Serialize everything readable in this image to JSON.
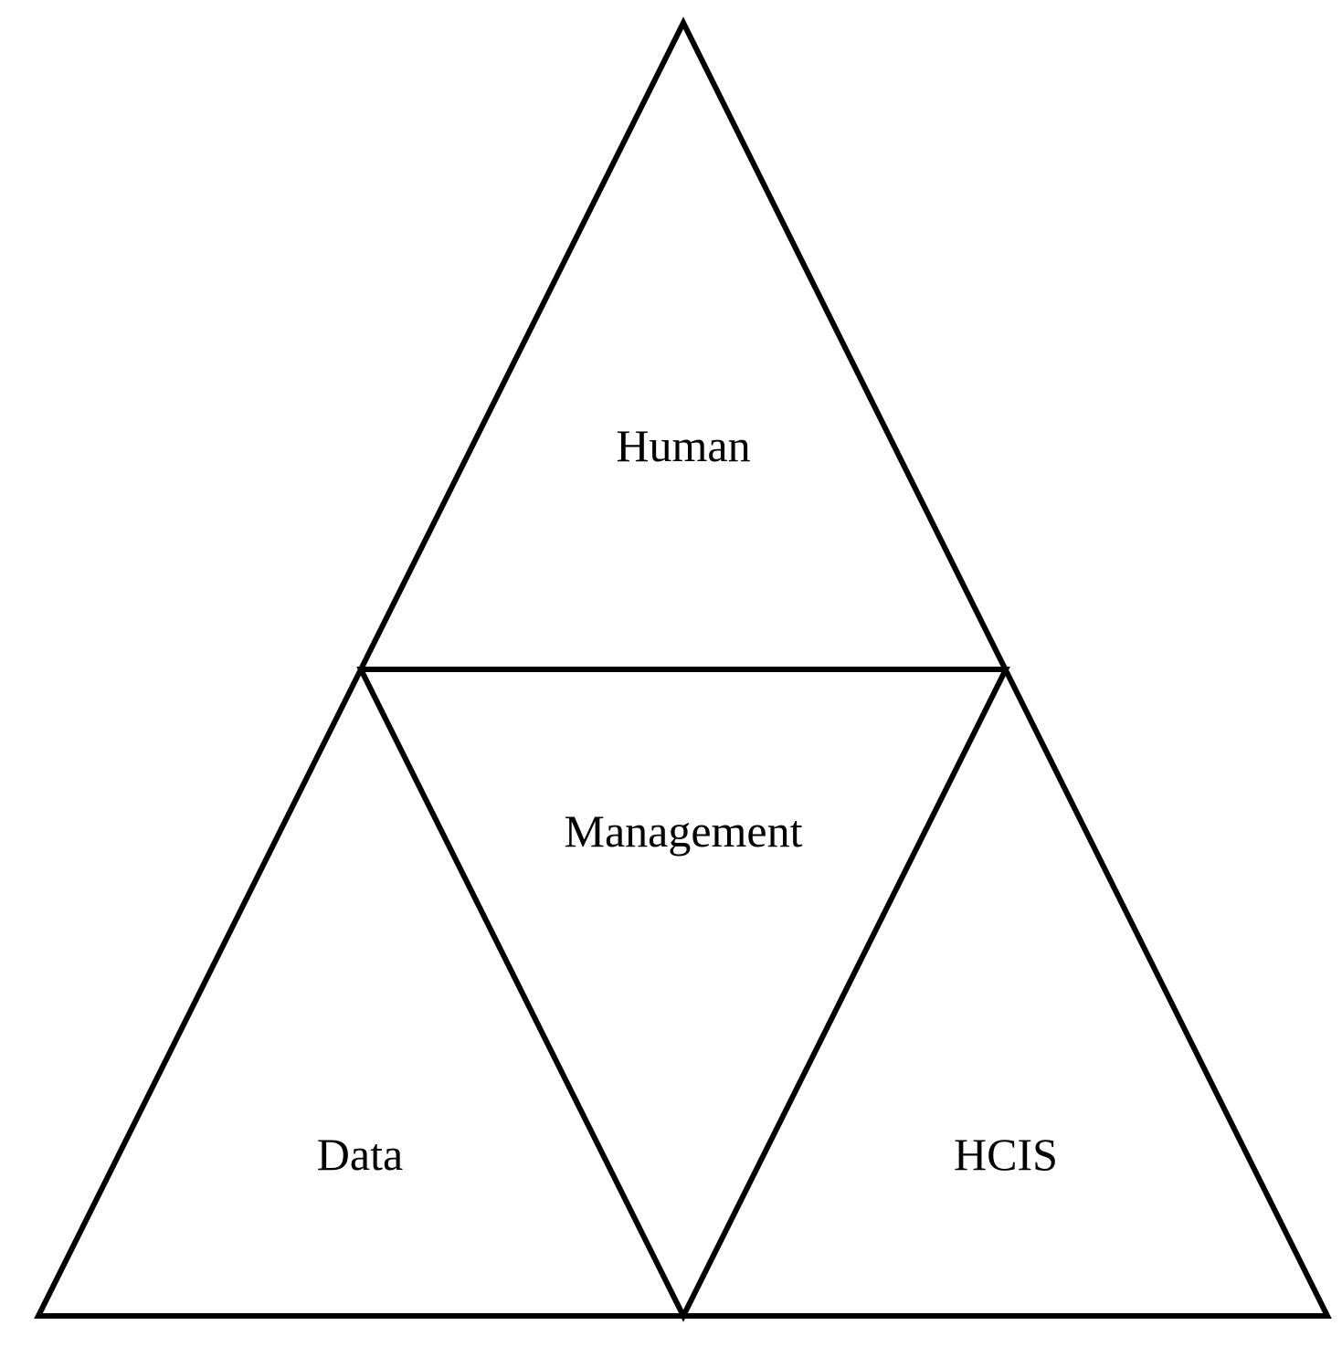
{
  "diagram": {
    "line_color": "#000000",
    "background_color": "#ffffff",
    "regions": {
      "top": "Human",
      "center": "Management",
      "bottom_left": "Data",
      "bottom_right": "HCIS"
    }
  }
}
